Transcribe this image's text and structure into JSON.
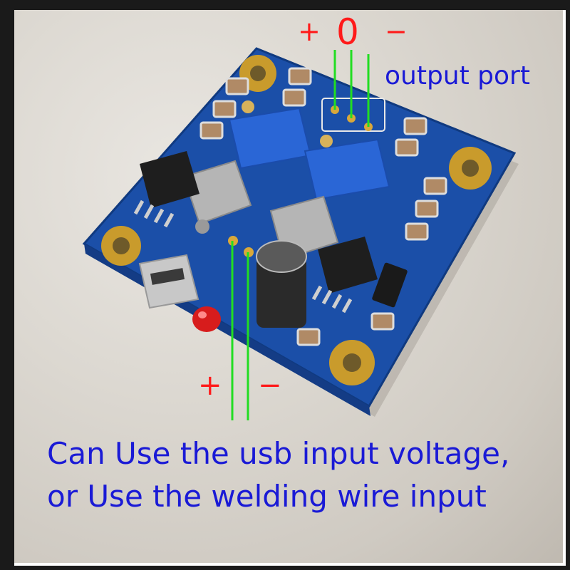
{
  "labels": {
    "output_plus": "+",
    "output_zero": "0",
    "output_minus": "−",
    "output_port": "output port",
    "input_plus": "+",
    "input_minus": "−",
    "caption_line1": "Can Use the usb input voltage,",
    "caption_line2": "or Use the welding wire input"
  },
  "colors": {
    "annotation_red": "#ff1a1a",
    "annotation_blue": "#1a1ad6",
    "pointer_green": "#22dd22",
    "pcb_blue": "#1b4fa8"
  }
}
